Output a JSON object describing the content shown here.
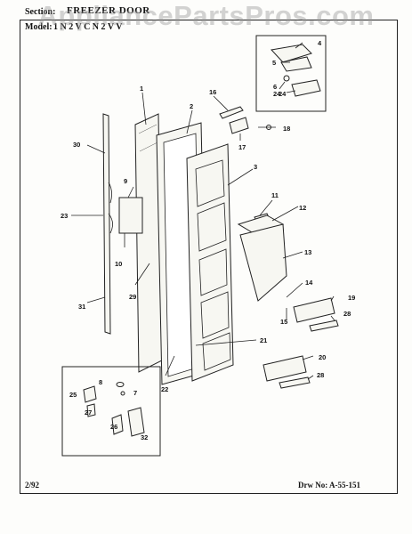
{
  "header": {
    "section_label": "Section:",
    "section_value": "FREEZER DOOR",
    "model_label": "Model:",
    "model_value": "1 N  2 V  C N 2 V V"
  },
  "watermark": "AppliancePartsPros.com",
  "footer": {
    "date": "2/92",
    "drawing_number": "Drw No: A-55-151"
  },
  "callouts": [
    "1",
    "2",
    "3",
    "4",
    "5",
    "6",
    "24",
    "7",
    "8",
    "9",
    "10",
    "11",
    "12",
    "13",
    "14",
    "15",
    "16",
    "17",
    "18",
    "19",
    "20",
    "21",
    "22",
    "23",
    "24",
    "25",
    "26",
    "27",
    "28",
    "28",
    "29",
    "30",
    "31",
    "32"
  ]
}
